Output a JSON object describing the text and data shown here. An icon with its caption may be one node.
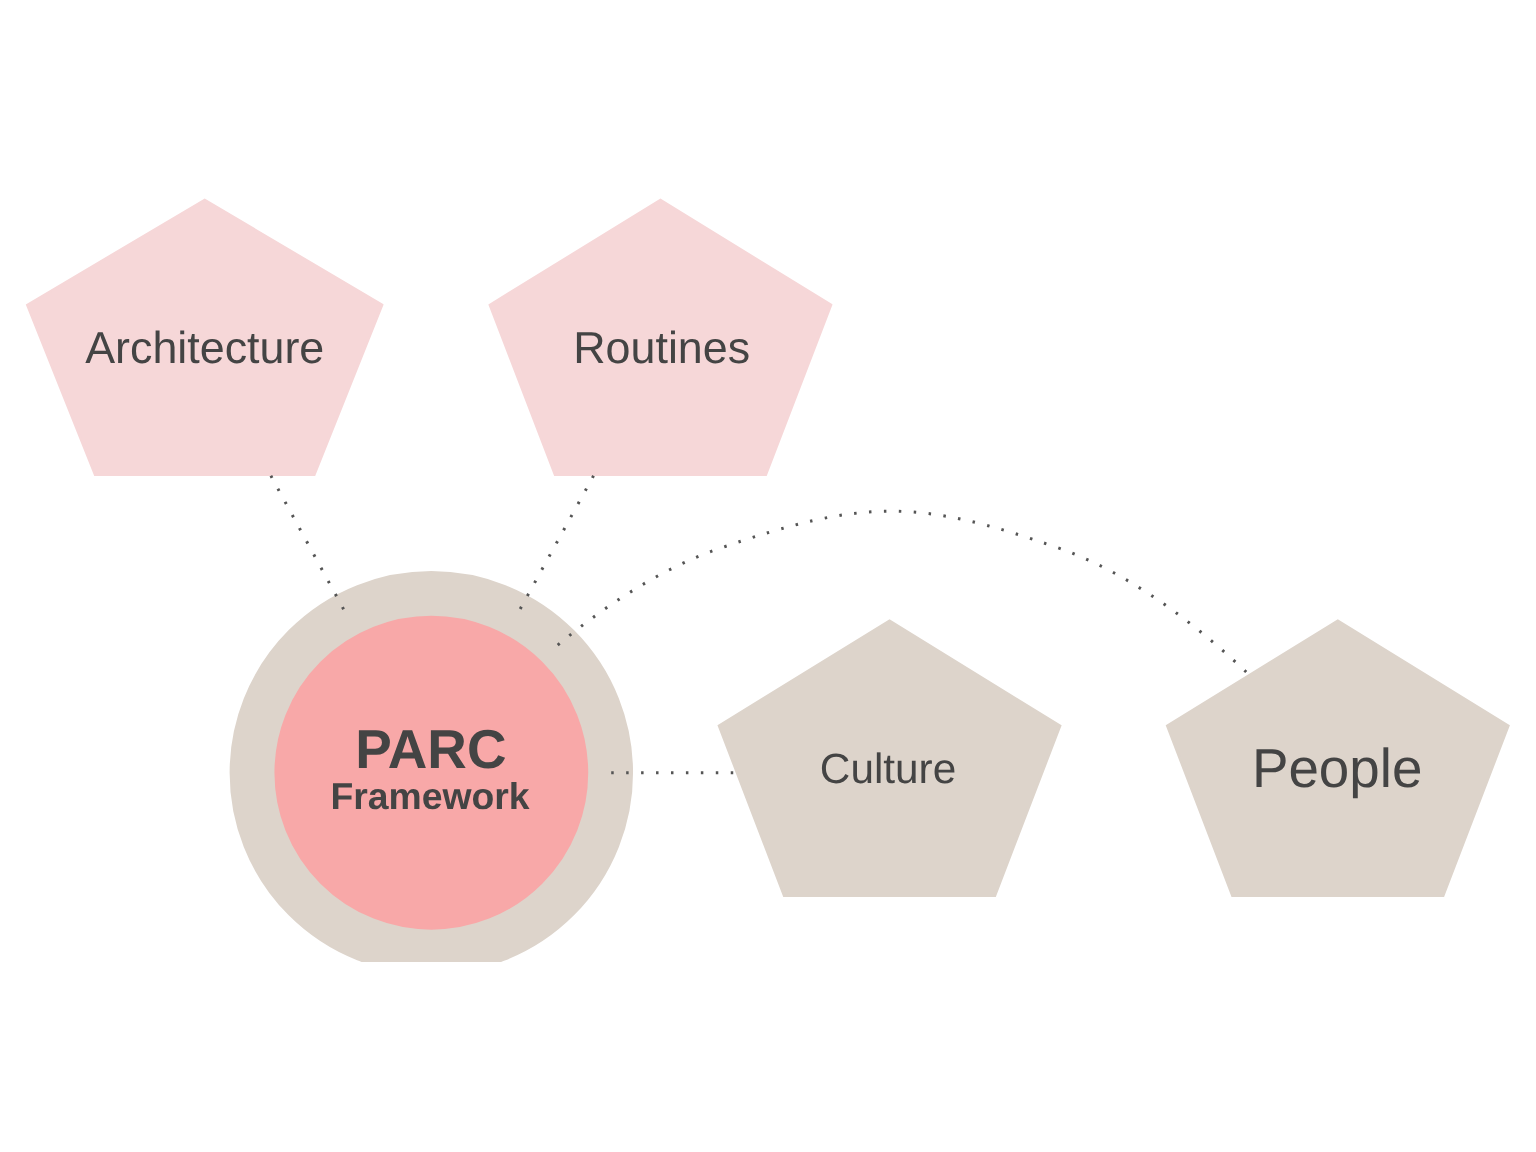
{
  "diagram": {
    "nodes": [
      {
        "text": [
          "PARC",
          "Framework"
        ]
      },
      {
        "text": [
          "People"
        ]
      },
      {
        "text": [
          "Architecture"
        ]
      },
      {
        "text": [
          "Routines"
        ]
      },
      {
        "text": [
          "Culture"
        ]
      }
    ],
    "edges": [
      {
        "from": 0,
        "to": 1,
        "arrow": "none"
      },
      {
        "from": 0,
        "to": 2,
        "arrow": "none"
      },
      {
        "from": 0,
        "to": 3,
        "arrow": "none"
      },
      {
        "from": 0,
        "to": 4,
        "arrow": "none"
      }
    ]
  }
}
